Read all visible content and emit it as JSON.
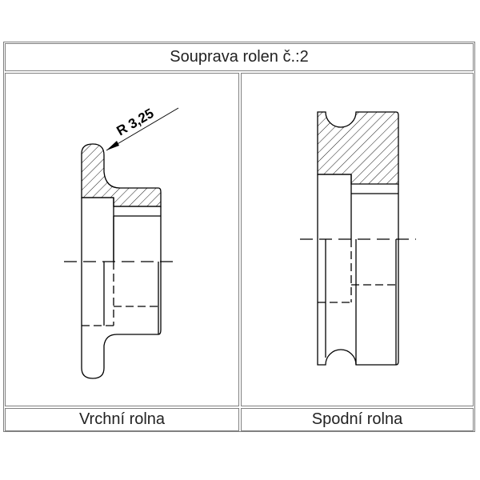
{
  "title": "Souprava rolen č.:2",
  "drawings": [
    {
      "caption": "Vrchní rolna",
      "dimension": "R 3,25"
    },
    {
      "caption": "Spodní rolna"
    }
  ]
}
